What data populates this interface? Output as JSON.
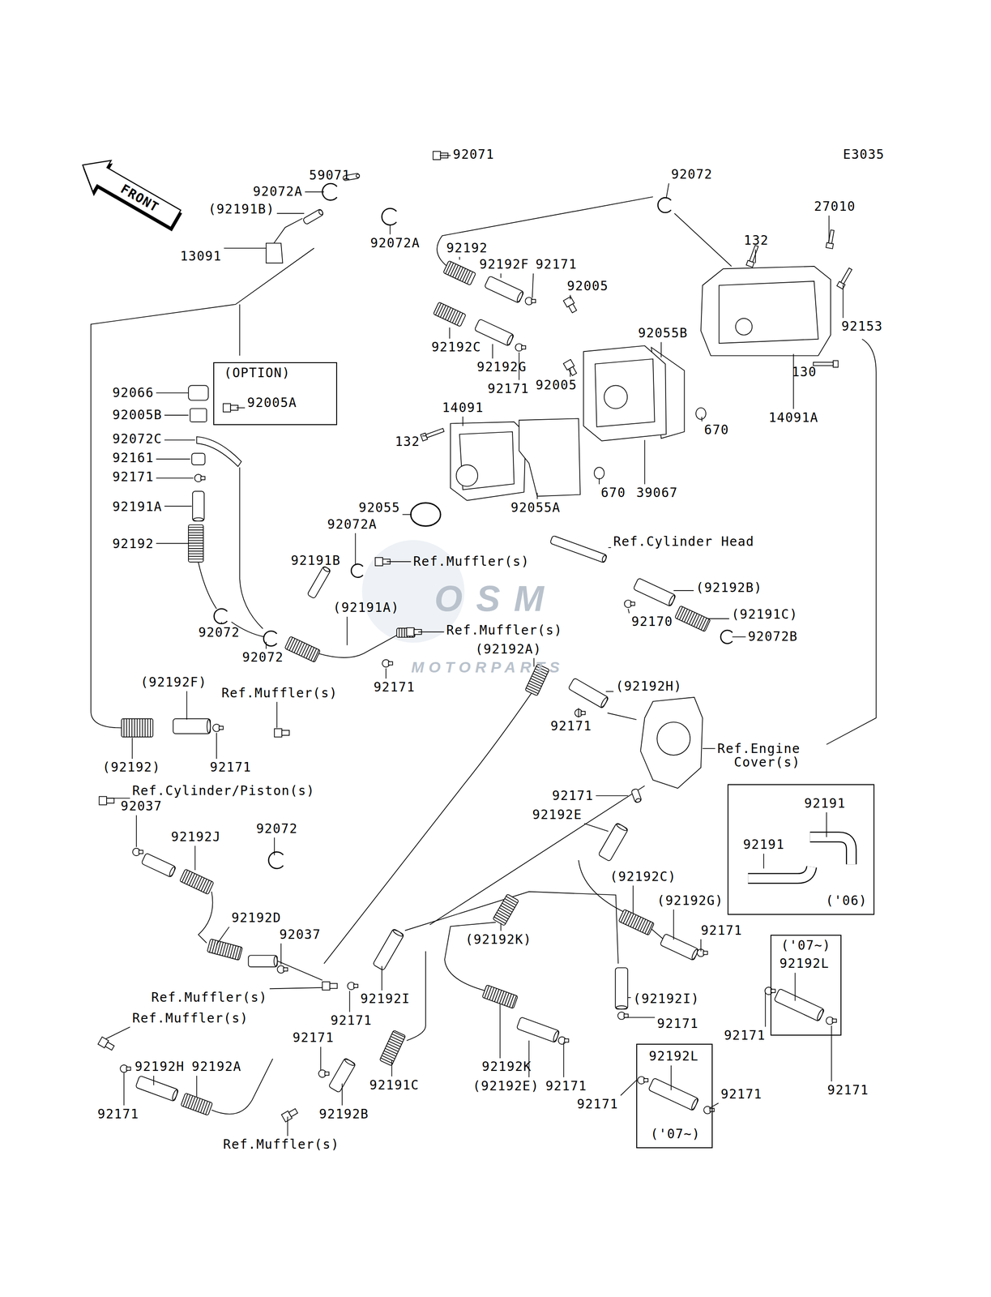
{
  "diagram": {
    "nodes": [
      {
        "text": [
          "(OPTION)",
          "92005A"
        ]
      },
      {
        "text": [
          "92191",
          "92191",
          "('06)"
        ]
      },
      {
        "text": [
          "('07~)",
          "92192L"
        ]
      },
      {
        "text": [
          "92192L",
          "('07~)"
        ]
      }
    ],
    "labels": [
      "E3035",
      "FRONT",
      "92071",
      "59071",
      "92072A",
      "(92191B)",
      "92072A",
      "13091",
      "92072",
      "27010",
      "132",
      "92192",
      "92192F",
      "92171",
      "92005",
      "92055B",
      "92153",
      "92192C",
      "92192G",
      "130",
      "92171",
      "92005",
      "14091",
      "14091A",
      "670",
      "92066",
      "92005B",
      "92072C",
      "92161",
      "92171",
      "92191A",
      "92192",
      "132",
      "670",
      "39067",
      "92055",
      "92055A",
      "92072A",
      "Ref.Cylinder Head",
      "92191B",
      "Ref.Muffler(s)",
      "(92192B)",
      "(92191A)",
      "(92191C)",
      "92170",
      "Ref.Muffler(s)",
      "92072",
      "(92192A)",
      "92072B",
      "92072",
      "92171",
      "(92192F)",
      "(92192H)",
      "Ref.Muffler(s)",
      "92171",
      "(92192)",
      "92171",
      "Ref.Engine Cover(s)",
      "Ref.Cylinder/Piston(s)",
      "92037",
      "92171",
      "92192E",
      "92072",
      "92192J",
      "(92192C)",
      "(92192G)",
      "92171",
      "92192D",
      "92037",
      "(92192K)",
      "Ref.Muffler(s)",
      "92171",
      "92192I",
      "(92192I)",
      "Ref.Muffler(s)",
      "92171",
      "92192H",
      "92192A",
      "92171",
      "92171",
      "92171",
      "92192K",
      "(92192E)",
      "92171",
      "92171",
      "92171",
      "92171",
      "92192B",
      "92191C",
      "Ref.Muffler(s)",
      "OSM",
      "MOTORPARTS"
    ]
  }
}
